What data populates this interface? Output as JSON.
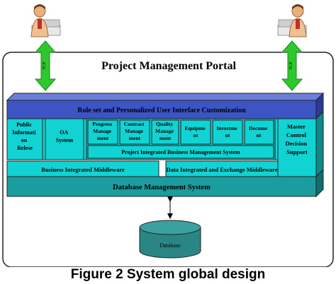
{
  "portal": {
    "title": "Project Management Portal"
  },
  "arrows": {
    "left_label": "TCP",
    "right_label": "TCP"
  },
  "top_bar": {
    "label": "Role set and Personalized User Interface Customization"
  },
  "modules": {
    "public_information_release": [
      "Public",
      "Informati",
      "on",
      "Relese"
    ],
    "oa_system": [
      "OA",
      "System"
    ],
    "progress_management": [
      "Progress",
      "Manage",
      "ment"
    ],
    "contract_management": [
      "Contract",
      "Manage",
      "ment"
    ],
    "quality_management": [
      "Quality",
      "Manage",
      "ment"
    ],
    "equipment": [
      "Equipme",
      "nt"
    ],
    "investment": [
      "Investme",
      "nt"
    ],
    "document": [
      "Docume",
      "nt"
    ],
    "master_control": [
      "Master",
      "Control",
      "Decision",
      "Support"
    ]
  },
  "project_integrated": {
    "label": "Project Integrated Business Management System"
  },
  "middleware": {
    "business": "Business Integrated Middleware",
    "data": "Data Integrated and Exchange Middleware"
  },
  "dbms": {
    "label": "Database Management System"
  },
  "database": {
    "label": "Database"
  },
  "caption": "Figure 2 System global design",
  "colors": {
    "box_teal": "#12d3d3",
    "box_dark_teal": "#1b9c9e",
    "top_blue": "#3d54c4",
    "arrow_green": "#2ec82e",
    "db_teal": "#2a8585"
  }
}
